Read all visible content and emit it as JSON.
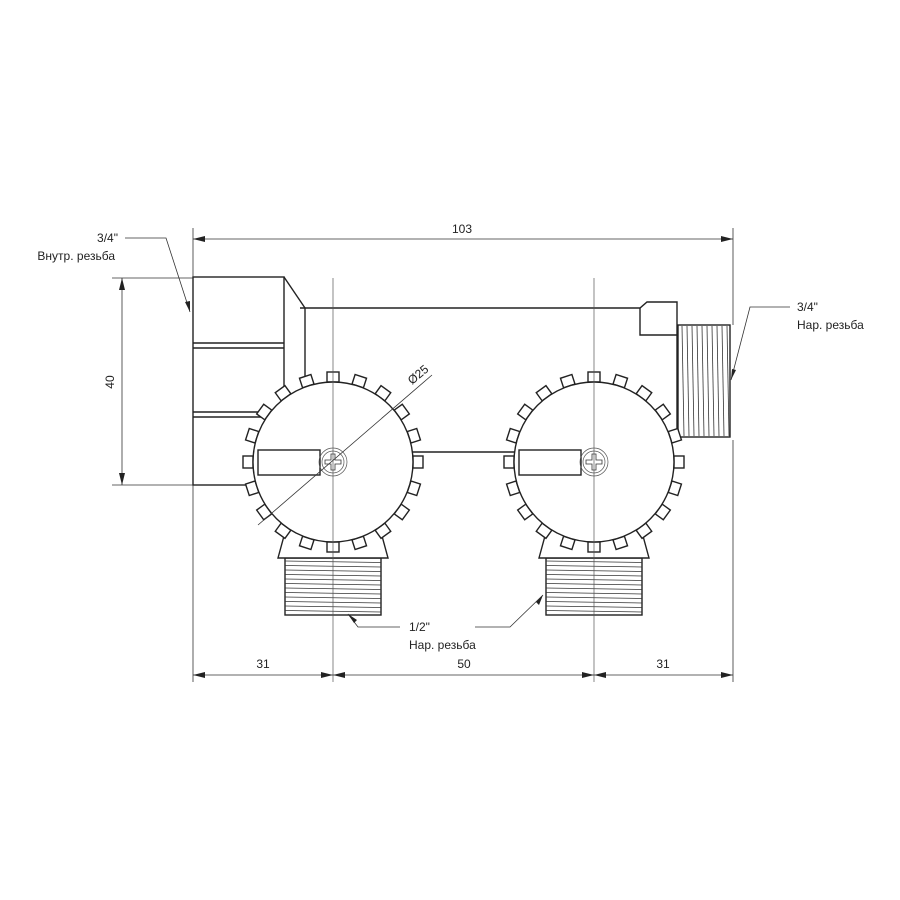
{
  "drawing": {
    "overall_length": "103",
    "height": "40",
    "knob_diameter": "Ø25",
    "spacing_left": "31",
    "spacing_middle": "50",
    "spacing_right": "31",
    "left_port": {
      "size": "3/4\"",
      "thread": "Внутр. резьба"
    },
    "right_port": {
      "size": "3/4\"",
      "thread": "Нар. резьба"
    },
    "bottom_ports": {
      "size": "1/2\"",
      "thread": "Нар. резьба"
    }
  }
}
